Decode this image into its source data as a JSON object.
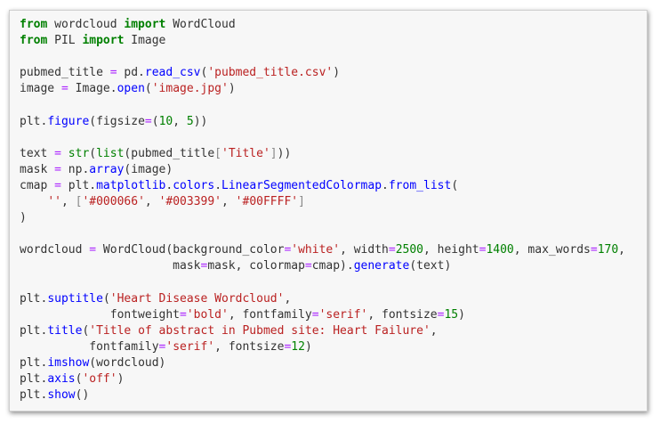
{
  "code_cell": {
    "lines": [
      [
        {
          "t": "from",
          "c": "kw"
        },
        {
          "t": " wordcloud ",
          "c": "pn"
        },
        {
          "t": "import",
          "c": "kw"
        },
        {
          "t": " WordCloud",
          "c": "pn"
        }
      ],
      [
        {
          "t": "from",
          "c": "kw"
        },
        {
          "t": " PIL ",
          "c": "pn"
        },
        {
          "t": "import",
          "c": "kw"
        },
        {
          "t": " Image",
          "c": "pn"
        }
      ],
      [],
      [
        {
          "t": "pubmed_title ",
          "c": "pn"
        },
        {
          "t": "=",
          "c": "op"
        },
        {
          "t": " pd.",
          "c": "pn"
        },
        {
          "t": "read_csv",
          "c": "attr"
        },
        {
          "t": "(",
          "c": "pn"
        },
        {
          "t": "'pubmed_title.csv'",
          "c": "str"
        },
        {
          "t": ")",
          "c": "pn"
        }
      ],
      [
        {
          "t": "image ",
          "c": "pn"
        },
        {
          "t": "=",
          "c": "op"
        },
        {
          "t": " Image.",
          "c": "pn"
        },
        {
          "t": "open",
          "c": "attr"
        },
        {
          "t": "(",
          "c": "pn"
        },
        {
          "t": "'image.jpg'",
          "c": "str"
        },
        {
          "t": ")",
          "c": "pn"
        }
      ],
      [],
      [
        {
          "t": "plt.",
          "c": "pn"
        },
        {
          "t": "figure",
          "c": "attr"
        },
        {
          "t": "(figsize",
          "c": "pn"
        },
        {
          "t": "=",
          "c": "op"
        },
        {
          "t": "(",
          "c": "pn"
        },
        {
          "t": "10",
          "c": "num"
        },
        {
          "t": ", ",
          "c": "pn"
        },
        {
          "t": "5",
          "c": "num"
        },
        {
          "t": "))",
          "c": "pn"
        }
      ],
      [],
      [
        {
          "t": "text ",
          "c": "pn"
        },
        {
          "t": "=",
          "c": "op"
        },
        {
          "t": " ",
          "c": "pn"
        },
        {
          "t": "str",
          "c": "nb"
        },
        {
          "t": "(",
          "c": "pn"
        },
        {
          "t": "list",
          "c": "nb"
        },
        {
          "t": "(pubmed_title",
          "c": "pn"
        },
        {
          "t": "[",
          "c": "br"
        },
        {
          "t": "'Title'",
          "c": "str"
        },
        {
          "t": "]",
          "c": "br"
        },
        {
          "t": "))",
          "c": "pn"
        }
      ],
      [
        {
          "t": "mask ",
          "c": "pn"
        },
        {
          "t": "=",
          "c": "op"
        },
        {
          "t": " np.",
          "c": "pn"
        },
        {
          "t": "array",
          "c": "attr"
        },
        {
          "t": "(image)",
          "c": "pn"
        }
      ],
      [
        {
          "t": "cmap ",
          "c": "pn"
        },
        {
          "t": "=",
          "c": "op"
        },
        {
          "t": " plt.",
          "c": "pn"
        },
        {
          "t": "matplotlib",
          "c": "attr"
        },
        {
          "t": ".",
          "c": "pn"
        },
        {
          "t": "colors",
          "c": "attr"
        },
        {
          "t": ".",
          "c": "pn"
        },
        {
          "t": "LinearSegmentedColormap",
          "c": "attr"
        },
        {
          "t": ".",
          "c": "pn"
        },
        {
          "t": "from_list",
          "c": "attr"
        },
        {
          "t": "(",
          "c": "pn"
        }
      ],
      [
        {
          "t": "    ",
          "c": "pn"
        },
        {
          "t": "''",
          "c": "str"
        },
        {
          "t": ", ",
          "c": "pn"
        },
        {
          "t": "[",
          "c": "br"
        },
        {
          "t": "'#000066'",
          "c": "str"
        },
        {
          "t": ", ",
          "c": "pn"
        },
        {
          "t": "'#003399'",
          "c": "str"
        },
        {
          "t": ", ",
          "c": "pn"
        },
        {
          "t": "'#00FFFF'",
          "c": "str"
        },
        {
          "t": "]",
          "c": "br"
        }
      ],
      [
        {
          "t": ")",
          "c": "pn"
        }
      ],
      [],
      [
        {
          "t": "wordcloud ",
          "c": "pn"
        },
        {
          "t": "=",
          "c": "op"
        },
        {
          "t": " WordCloud(background_color",
          "c": "pn"
        },
        {
          "t": "=",
          "c": "op"
        },
        {
          "t": "'white'",
          "c": "str"
        },
        {
          "t": ", width",
          "c": "pn"
        },
        {
          "t": "=",
          "c": "op"
        },
        {
          "t": "2500",
          "c": "num"
        },
        {
          "t": ", height",
          "c": "pn"
        },
        {
          "t": "=",
          "c": "op"
        },
        {
          "t": "1400",
          "c": "num"
        },
        {
          "t": ", max_words",
          "c": "pn"
        },
        {
          "t": "=",
          "c": "op"
        },
        {
          "t": "170",
          "c": "num"
        },
        {
          "t": ",",
          "c": "pn"
        }
      ],
      [
        {
          "t": "                      mask",
          "c": "pn"
        },
        {
          "t": "=",
          "c": "op"
        },
        {
          "t": "mask, colormap",
          "c": "pn"
        },
        {
          "t": "=",
          "c": "op"
        },
        {
          "t": "cmap).",
          "c": "pn"
        },
        {
          "t": "generate",
          "c": "attr"
        },
        {
          "t": "(text)",
          "c": "pn"
        }
      ],
      [],
      [
        {
          "t": "plt.",
          "c": "pn"
        },
        {
          "t": "suptitle",
          "c": "attr"
        },
        {
          "t": "(",
          "c": "pn"
        },
        {
          "t": "'Heart Disease Wordcloud'",
          "c": "str"
        },
        {
          "t": ",",
          "c": "pn"
        }
      ],
      [
        {
          "t": "             fontweight",
          "c": "pn"
        },
        {
          "t": "=",
          "c": "op"
        },
        {
          "t": "'bold'",
          "c": "str"
        },
        {
          "t": ", fontfamily",
          "c": "pn"
        },
        {
          "t": "=",
          "c": "op"
        },
        {
          "t": "'serif'",
          "c": "str"
        },
        {
          "t": ", fontsize",
          "c": "pn"
        },
        {
          "t": "=",
          "c": "op"
        },
        {
          "t": "15",
          "c": "num"
        },
        {
          "t": ")",
          "c": "pn"
        }
      ],
      [
        {
          "t": "plt.",
          "c": "pn"
        },
        {
          "t": "title",
          "c": "attr"
        },
        {
          "t": "(",
          "c": "pn"
        },
        {
          "t": "'Title of abstract in Pubmed site: Heart Failure'",
          "c": "str"
        },
        {
          "t": ",",
          "c": "pn"
        }
      ],
      [
        {
          "t": "          fontfamily",
          "c": "pn"
        },
        {
          "t": "=",
          "c": "op"
        },
        {
          "t": "'serif'",
          "c": "str"
        },
        {
          "t": ", fontsize",
          "c": "pn"
        },
        {
          "t": "=",
          "c": "op"
        },
        {
          "t": "12",
          "c": "num"
        },
        {
          "t": ")",
          "c": "pn"
        }
      ],
      [
        {
          "t": "plt.",
          "c": "pn"
        },
        {
          "t": "imshow",
          "c": "attr"
        },
        {
          "t": "(wordcloud)",
          "c": "pn"
        }
      ],
      [
        {
          "t": "plt.",
          "c": "pn"
        },
        {
          "t": "axis",
          "c": "attr"
        },
        {
          "t": "(",
          "c": "pn"
        },
        {
          "t": "'off'",
          "c": "str"
        },
        {
          "t": ")",
          "c": "pn"
        }
      ],
      [
        {
          "t": "plt.",
          "c": "pn"
        },
        {
          "t": "show",
          "c": "attr"
        },
        {
          "t": "()",
          "c": "pn"
        }
      ]
    ]
  }
}
